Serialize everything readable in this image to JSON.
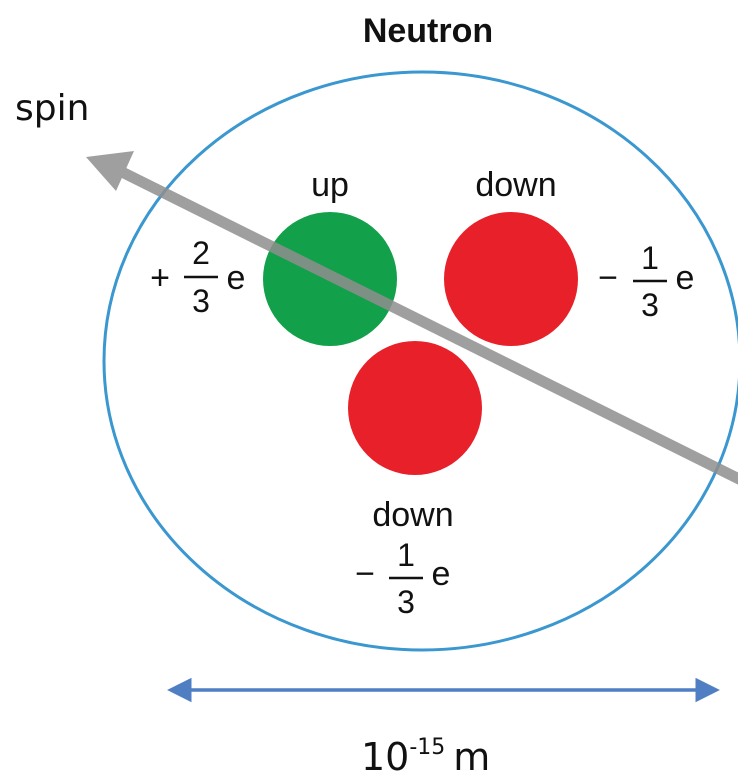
{
  "title": "Neutron",
  "spin_label": "spin",
  "quarks": [
    {
      "name": "up",
      "charge_sign": "+",
      "charge_num": "2",
      "charge_den": "3",
      "charge_unit": "e",
      "color": "#12a04a"
    },
    {
      "name": "down",
      "charge_sign": "−",
      "charge_num": "1",
      "charge_den": "3",
      "charge_unit": "e",
      "color": "#e8202a"
    },
    {
      "name": "down",
      "charge_sign": "−",
      "charge_num": "1",
      "charge_den": "3",
      "charge_unit": "e",
      "color": "#e8202a"
    }
  ],
  "scale": {
    "base": "10",
    "exponent": "-15",
    "unit": "m"
  },
  "colors": {
    "boundary": "#3a97cf",
    "spin_arrow": "#8f8f8f",
    "scale_arrow": "#4f7fc2",
    "text": "#111111"
  }
}
